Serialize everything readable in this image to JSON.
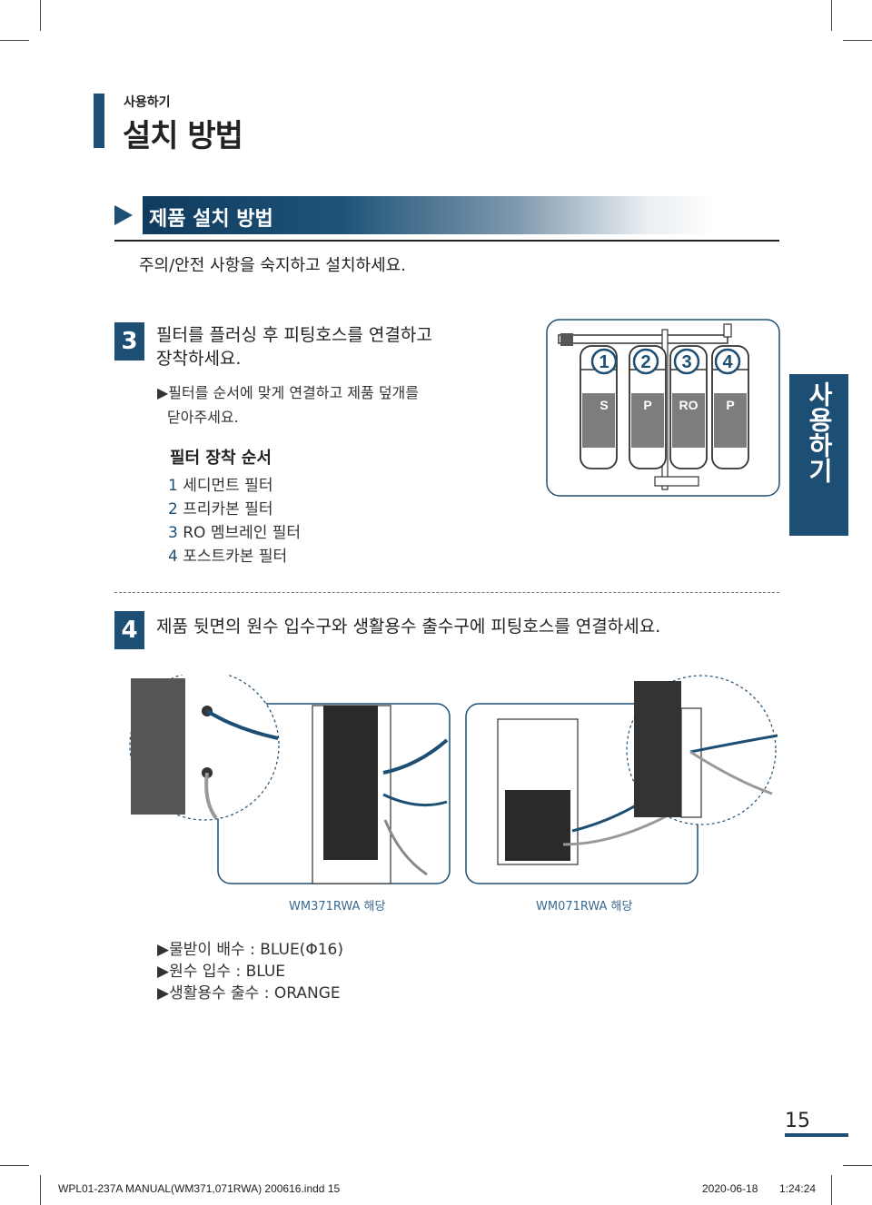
{
  "header": {
    "section_label": "사용하기",
    "title": "설치 방법"
  },
  "banner": {
    "title": "제품 설치 방법"
  },
  "intro": "주의/안전 사항을 숙지하고 설치하세요.",
  "step3": {
    "number": "3",
    "text_line1": "필터를 플러싱 후 피팅호스를 연결하고",
    "text_line2": "장착하세요.",
    "bullet_line1": "▶필터를 순서에 맞게 연결하고 제품 덮개를",
    "bullet_line2": "닫아주세요.",
    "order_title": "필터 장착 순서",
    "order": [
      {
        "num": "1",
        "label": "세디먼트 필터"
      },
      {
        "num": "2",
        "label": "프리카본 필터"
      },
      {
        "num": "3",
        "label": "RO 멤브레인 필터"
      },
      {
        "num": "4",
        "label": "포스트카본 필터"
      }
    ],
    "filters": [
      {
        "num": "1",
        "tag": "S"
      },
      {
        "num": "2",
        "tag": "P"
      },
      {
        "num": "3",
        "tag": "RO"
      },
      {
        "num": "4",
        "tag": "P"
      }
    ]
  },
  "step4": {
    "number": "4",
    "text": "제품 뒷면의 원수 입수구와 생활용수 출수구에 피팅호스를 연결하세요.",
    "caption_left": "WM371RWA 해당",
    "caption_right": "WM071RWA 해당",
    "notes": [
      "▶물받이 배수 : BLUE(Φ16)",
      "▶원수 입수 : BLUE",
      "▶생활용수 출수 : ORANGE"
    ]
  },
  "side_tab": "사용하기",
  "page_number": "15",
  "footer": {
    "file": "WPL01-237A MANUAL(WM371,071RWA) 200616.indd   15",
    "date": "2020-06-18",
    "time": "1:24:24"
  },
  "colors": {
    "accent": "#1d4e74"
  }
}
